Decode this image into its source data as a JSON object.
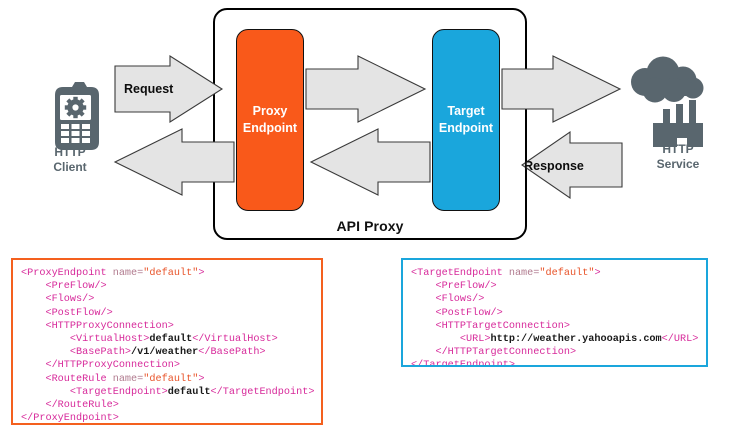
{
  "diagram": {
    "container": {
      "label": "API Proxy"
    },
    "endpoints": [
      {
        "name": "proxy-endpoint",
        "line1": "Proxy",
        "line2": "Endpoint",
        "color": "#F9591A"
      },
      {
        "name": "target-endpoint",
        "line1": "Target",
        "line2": "Endpoint",
        "color": "#1AA6DC"
      }
    ],
    "actors": [
      {
        "name": "http-client",
        "line1": "HTTP",
        "line2": "Client",
        "icon": "mobile-phone-gear-icon",
        "color": "#59666E"
      },
      {
        "name": "http-service",
        "line1": "HTTP",
        "line2": "Service",
        "icon": "cloud-factory-icon",
        "color": "#59666E"
      }
    ],
    "arrows": [
      {
        "name": "request-arrow",
        "label": "Request",
        "direction": "right"
      },
      {
        "name": "proxy-to-target-arrow",
        "label": "",
        "direction": "right"
      },
      {
        "name": "target-to-service-arrow",
        "label": "",
        "direction": "right"
      },
      {
        "name": "service-to-target-arrow",
        "label": "Response",
        "direction": "left"
      },
      {
        "name": "target-to-proxy-arrow",
        "label": "",
        "direction": "left"
      },
      {
        "name": "proxy-to-client-arrow",
        "label": "",
        "direction": "left"
      }
    ],
    "arrow_fill": "#E4E4E4",
    "arrow_stroke": "#3A3A3A"
  },
  "code_blocks": {
    "proxy": {
      "title": "proxy-endpoint-xml",
      "border_color": "#F4601E",
      "lines": [
        [
          {
            "c": "t",
            "s": "<ProxyEndpoint "
          },
          {
            "c": "an",
            "s": "name="
          },
          {
            "c": "av",
            "s": "\"default\""
          },
          {
            "c": "t",
            "s": ">"
          }
        ],
        [
          {
            "c": "t",
            "s": "    <PreFlow/>"
          }
        ],
        [
          {
            "c": "t",
            "s": "    <Flows/>"
          }
        ],
        [
          {
            "c": "t",
            "s": "    <PostFlow/>"
          }
        ],
        [
          {
            "c": "t",
            "s": "    <HTTPProxyConnection>"
          }
        ],
        [
          {
            "c": "t",
            "s": "        <VirtualHost>"
          },
          {
            "c": "txt",
            "s": "default"
          },
          {
            "c": "t",
            "s": "</VirtualHost>"
          }
        ],
        [
          {
            "c": "t",
            "s": "        <BasePath>"
          },
          {
            "c": "txt",
            "s": "/v1/weather"
          },
          {
            "c": "t",
            "s": "</BasePath>"
          }
        ],
        [
          {
            "c": "t",
            "s": "    </HTTPProxyConnection>"
          }
        ],
        [
          {
            "c": "t",
            "s": "    <RouteRule "
          },
          {
            "c": "an",
            "s": "name="
          },
          {
            "c": "av",
            "s": "\"default\""
          },
          {
            "c": "t",
            "s": ">"
          }
        ],
        [
          {
            "c": "t",
            "s": "        <TargetEndpoint>"
          },
          {
            "c": "txt",
            "s": "default"
          },
          {
            "c": "t",
            "s": "</TargetEndpoint>"
          }
        ],
        [
          {
            "c": "t",
            "s": "    </RouteRule>"
          }
        ],
        [
          {
            "c": "t",
            "s": "</ProxyEndpoint>"
          }
        ]
      ]
    },
    "target": {
      "title": "target-endpoint-xml",
      "border_color": "#1AA6DC",
      "lines": [
        [
          {
            "c": "t",
            "s": "<TargetEndpoint "
          },
          {
            "c": "an",
            "s": "name="
          },
          {
            "c": "av",
            "s": "\"default\""
          },
          {
            "c": "t",
            "s": ">"
          }
        ],
        [
          {
            "c": "t",
            "s": "    <PreFlow/>"
          }
        ],
        [
          {
            "c": "t",
            "s": "    <Flows/>"
          }
        ],
        [
          {
            "c": "t",
            "s": "    <PostFlow/>"
          }
        ],
        [
          {
            "c": "t",
            "s": "    <HTTPTargetConnection>"
          }
        ],
        [
          {
            "c": "t",
            "s": "        <URL>"
          },
          {
            "c": "txt",
            "s": "http://weather.yahooapis.com"
          },
          {
            "c": "t",
            "s": "</URL>"
          }
        ],
        [
          {
            "c": "t",
            "s": "    </HTTPTargetConnection>"
          }
        ],
        [
          {
            "c": "t",
            "s": "</TargetEndpoint>"
          }
        ]
      ]
    }
  }
}
